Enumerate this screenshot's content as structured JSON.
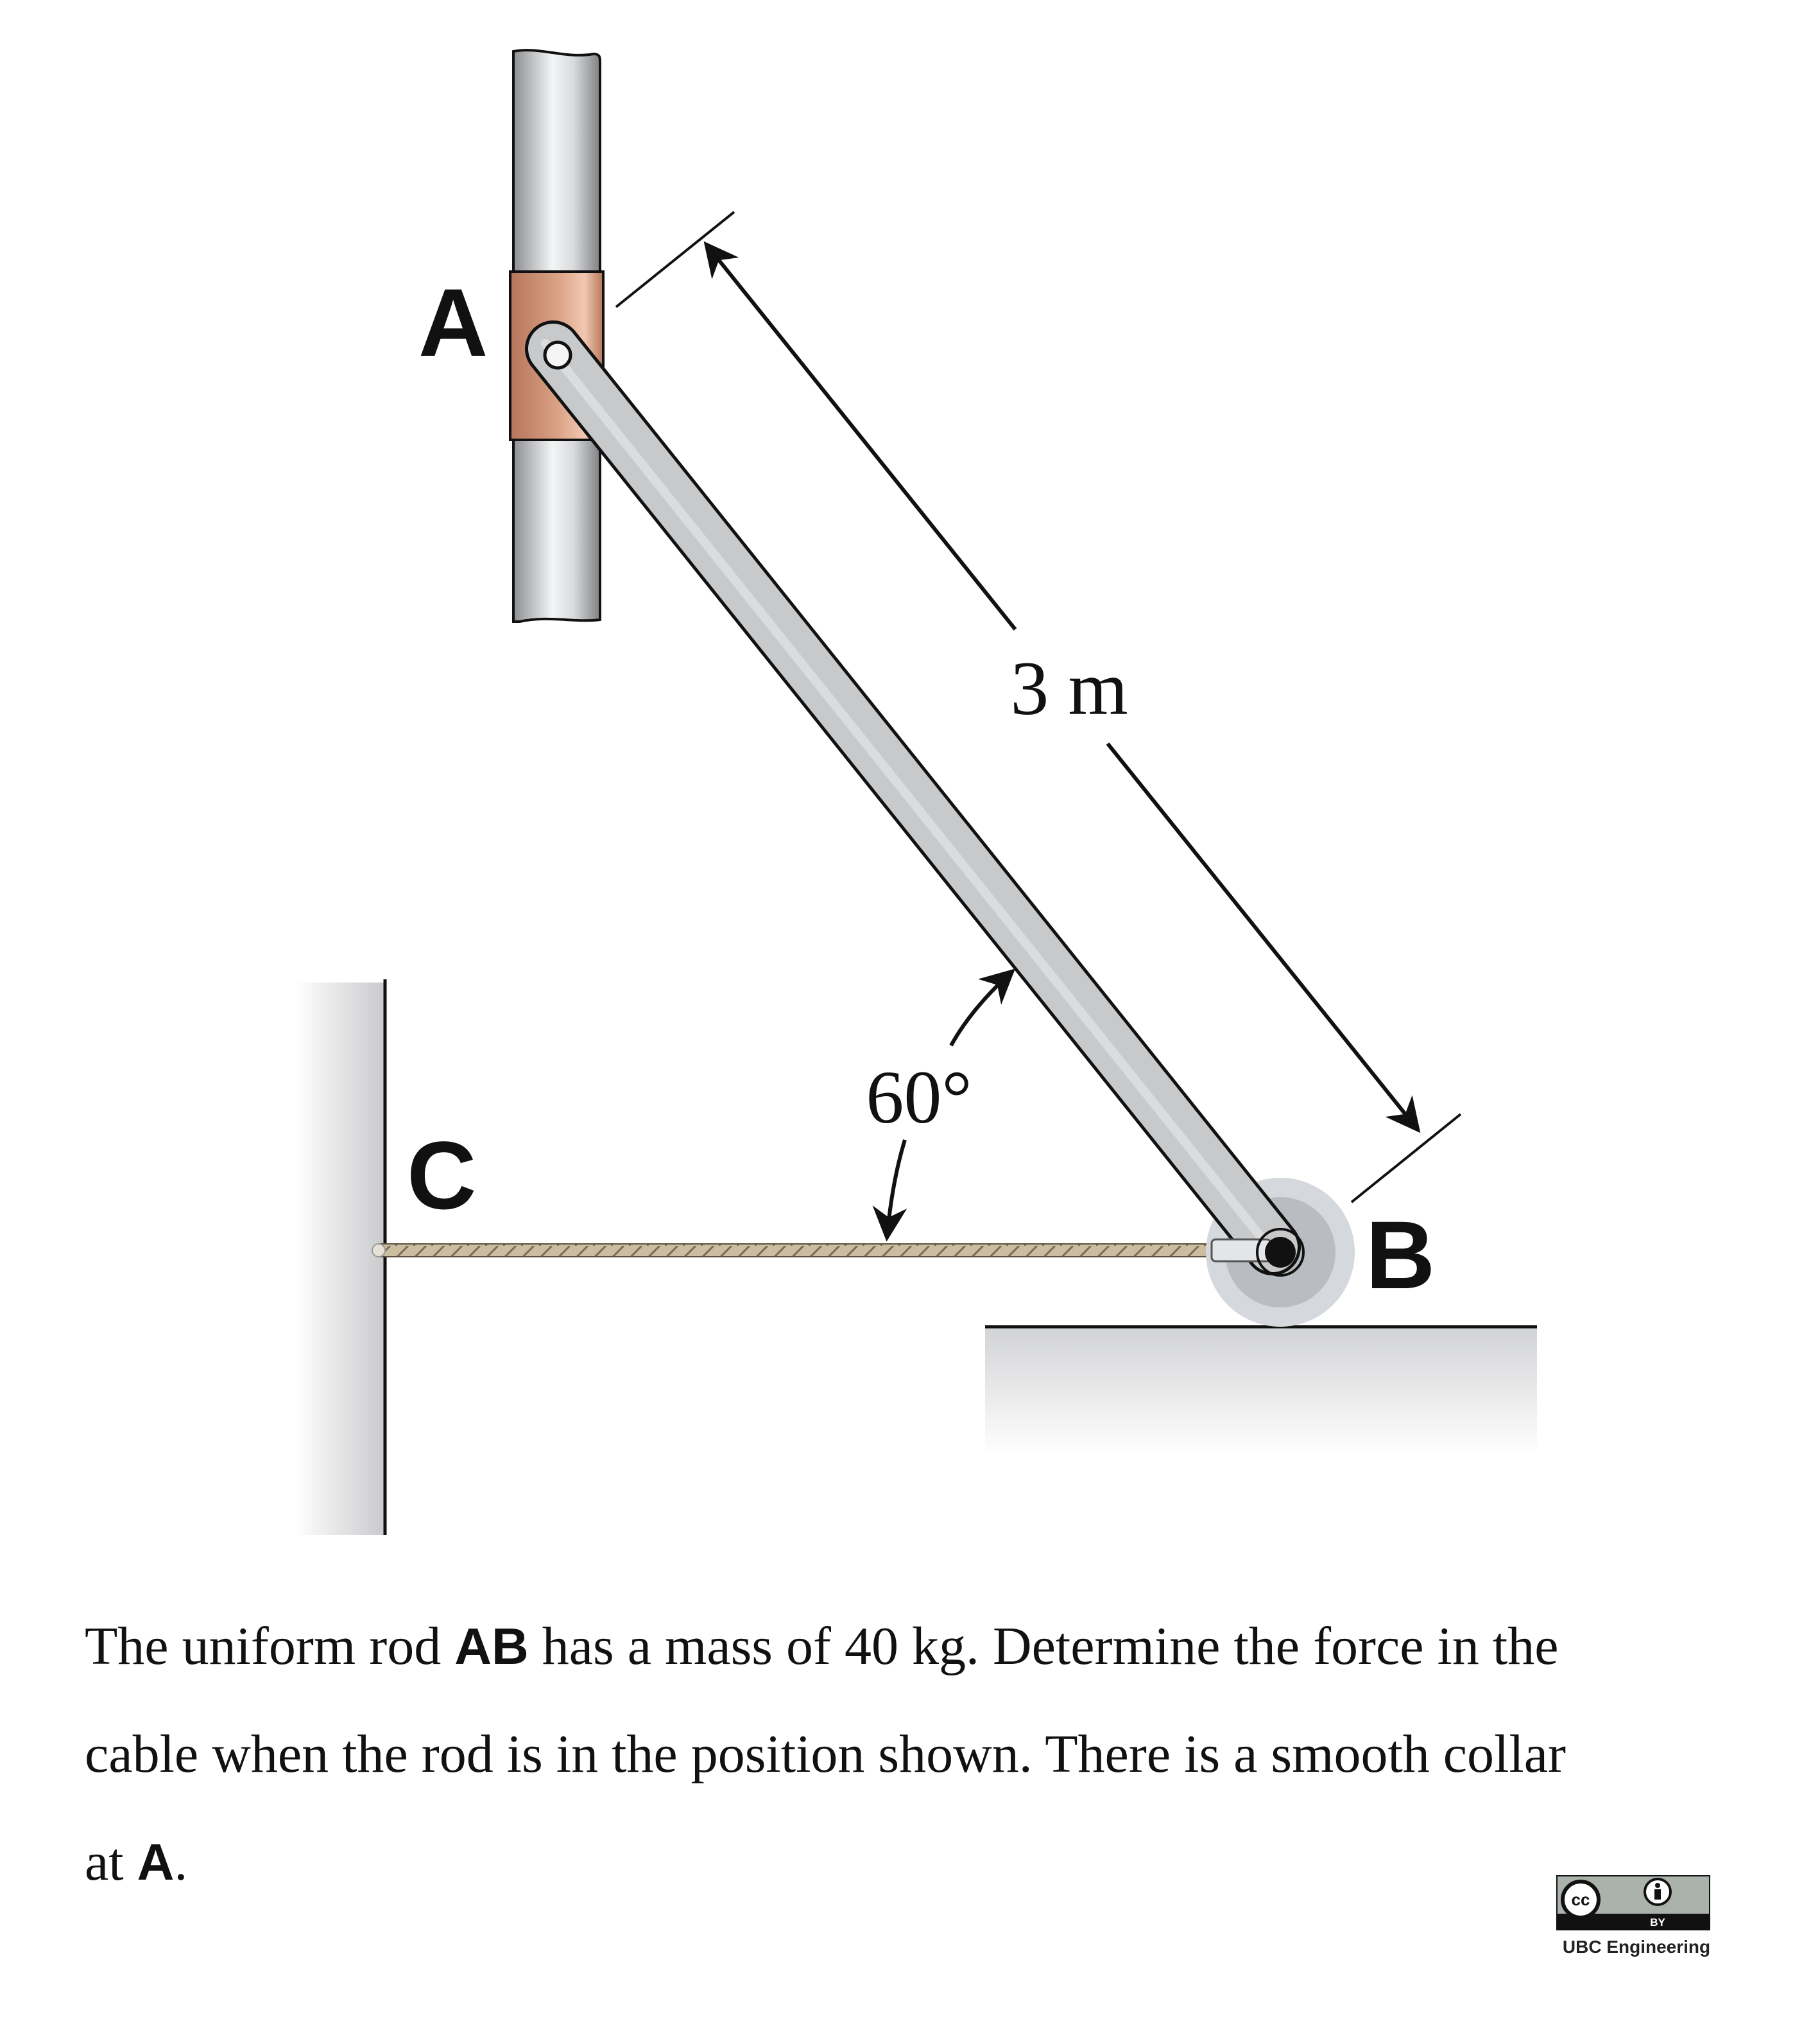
{
  "diagram": {
    "labels": {
      "point_a": "A",
      "point_b": "B",
      "point_c": "C"
    },
    "dimension_length": "3 m",
    "angle_label": "60°",
    "colors": {
      "rod": "#c8c9cb",
      "collar": "#c98e6e",
      "rope": "#cbbd9f",
      "pole": "#b5b7ba",
      "roller": "#cfd2d6"
    }
  },
  "problem": {
    "line1_part1": "The uniform rod ",
    "line1_bold": "AB",
    "line1_part2": " has a mass of 40 kg. Determine the force in the",
    "line2": "cable when the rod is in the position shown. There is a smooth collar",
    "line3_part1": "at ",
    "line3_bold": "A",
    "line3_part2": "."
  },
  "license": {
    "cc_text": "cc",
    "by_text": "BY",
    "credit": "UBC Engineering"
  }
}
